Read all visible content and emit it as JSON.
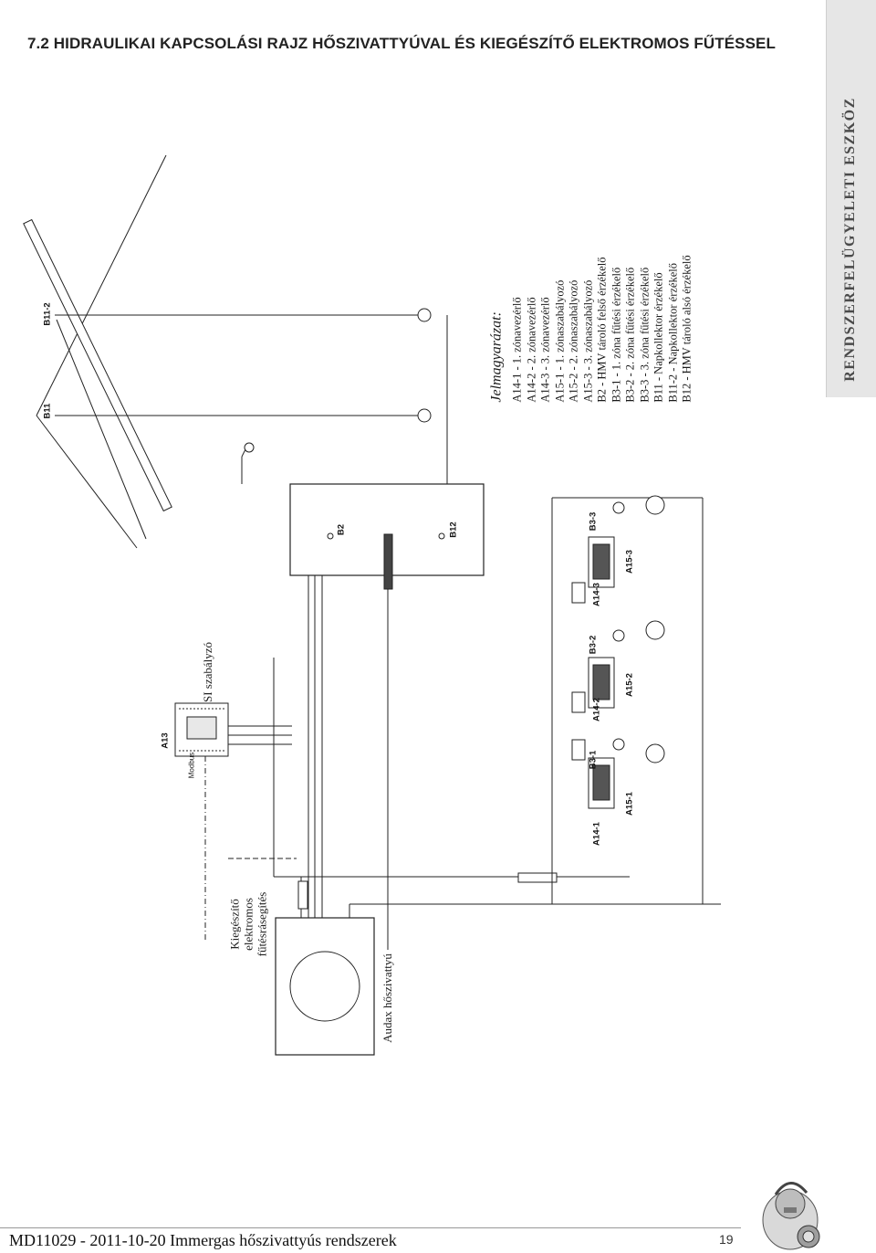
{
  "page": {
    "title": "7.2 HIDRAULIKAI KAPCSOLÁSI RAJZ HŐSZIVATTYÚVAL ÉS KIEGÉSZÍTŐ ELEKTROMOS FŰTÉSSEL",
    "side_tab": "RENDSZERFELÜGYELETI ESZKÖZ",
    "footer": "MD11029 - 2011-10-20 Immergas hőszivattyús rendszerek",
    "page_number": "19"
  },
  "legend": {
    "title": "Jelmagyarázat:",
    "items": [
      "A14-1 - 1. zónavezérlő",
      "A14-2 - 2. zónavezérlő",
      "A14-3 - 3. zónavezérlő",
      "A15-1 - 1. zónaszabályozó",
      "A15-2 - 2. zónaszabályozó",
      "A15-3 - 3. zónaszabályozó",
      "B2 - HMV tároló felső érzékelő",
      "B3-1 - 1. zóna fűtési érzékelő",
      "B3-2 - 2. zóna fűtési érzékelő",
      "B3-3 - 3. zóna fűtési érzékelő",
      "B11 - Napkollektor érzékelő",
      "B11-2 - Napkollektor érzékelő",
      "B12 - HMV tároló alsó érzékelő"
    ]
  },
  "labels": {
    "heat_pump": "Audax hőszivattyú",
    "backup_heater_lines": [
      "Kiegészítő",
      "elektromos",
      "fűtésrásegítés"
    ],
    "controller": "SI szabályzó",
    "controller_tag": "A13",
    "modbus": "Modbus",
    "b11": "B11",
    "b11_2": "B11-2",
    "b2": "B2",
    "b12": "B12",
    "a14_1": "A14-1",
    "a14_2": "A14-2",
    "a14_3": "A14-3",
    "a15_1": "A15-1",
    "a15_2": "A15-2",
    "a15_3": "A15-3",
    "b3_1": "B3-1",
    "b3_2": "B3-2",
    "b3_3": "B3-3"
  }
}
